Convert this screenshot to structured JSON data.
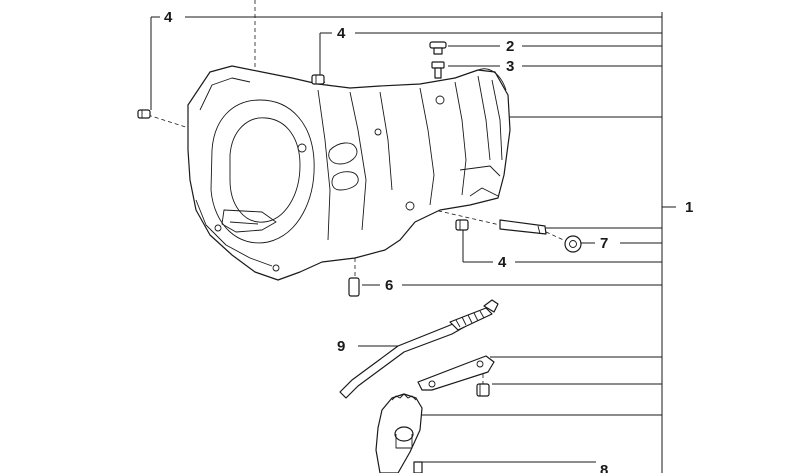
{
  "callouts": {
    "c4_top": "4",
    "c4_mid": "4",
    "c2": "2",
    "c3": "3",
    "c1": "1",
    "c7": "7",
    "c4_low": "4",
    "c6": "6",
    "c9": "9",
    "c8": "8"
  }
}
